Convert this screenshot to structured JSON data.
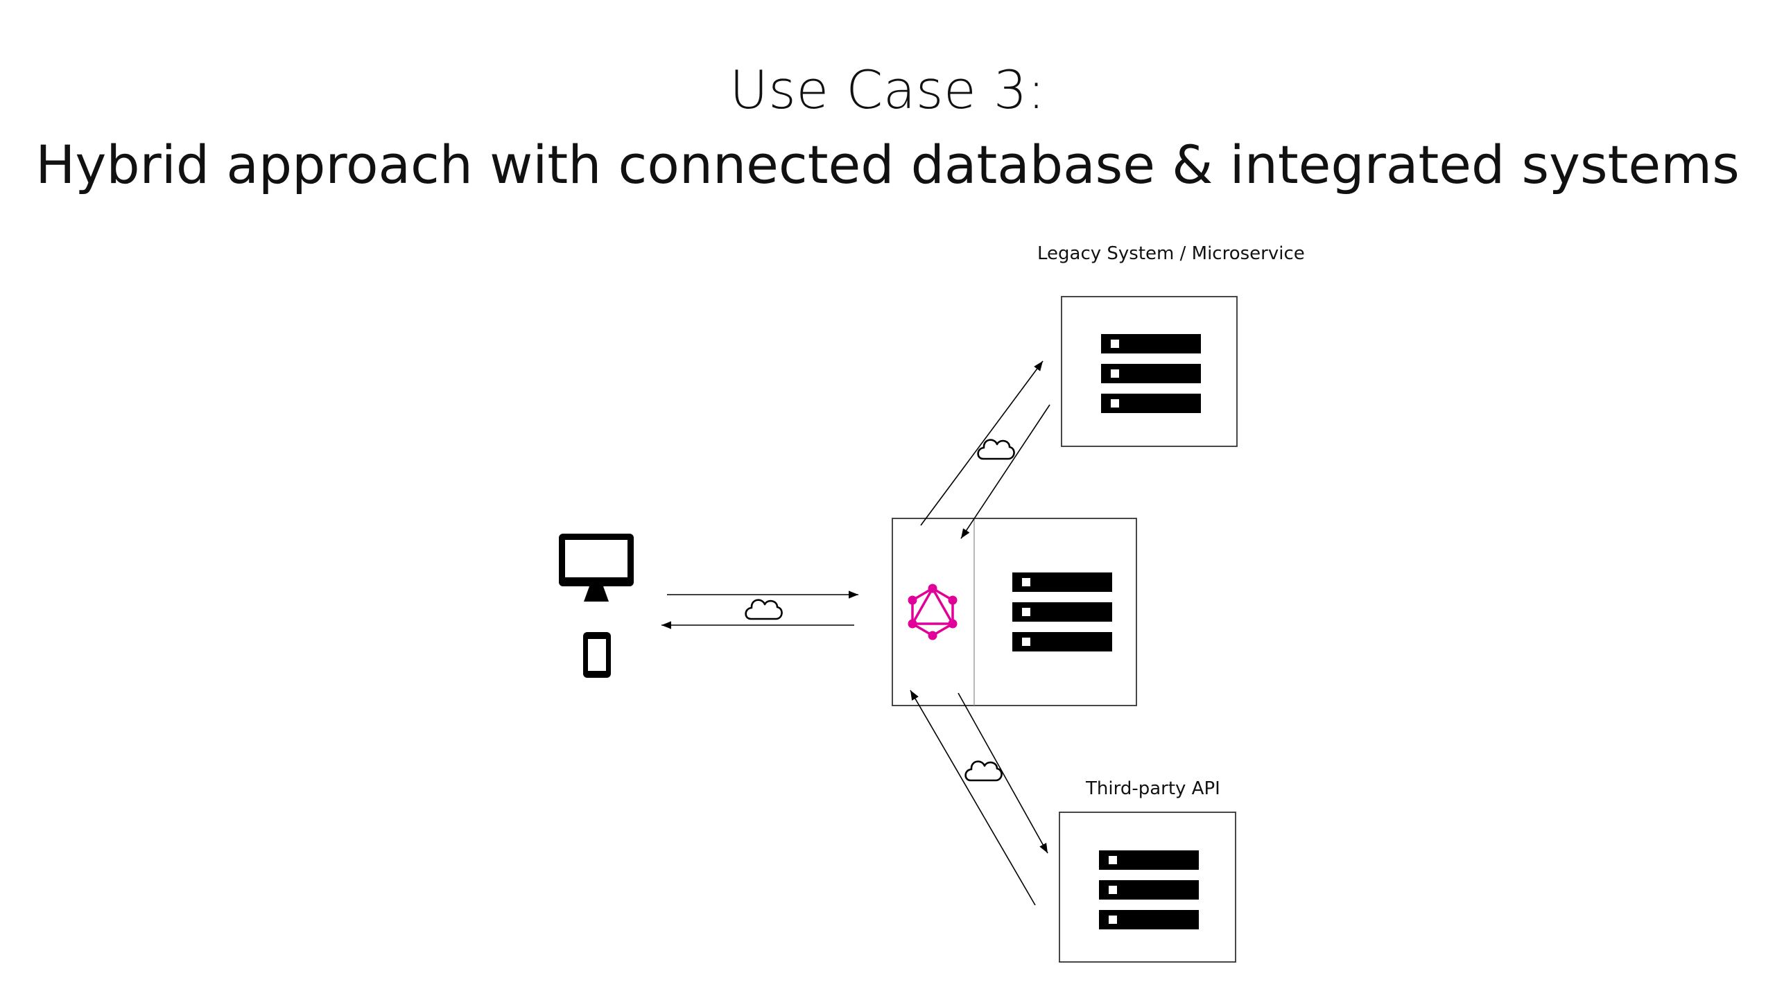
{
  "title": {
    "line1": "Use Case 3:",
    "line2": "Hybrid approach with connected database & integrated systems"
  },
  "labels": {
    "legacy": "Legacy System / Microservice",
    "third_party": "Third-party API"
  },
  "icons": {
    "client_desktop": "monitor-icon",
    "client_mobile": "mobile-phone-icon",
    "graphql": "graphql-icon",
    "database": "server-stack-icon",
    "network": "cloud-icon"
  },
  "colors": {
    "graphql": "#e10098",
    "stroke": "#000000"
  }
}
